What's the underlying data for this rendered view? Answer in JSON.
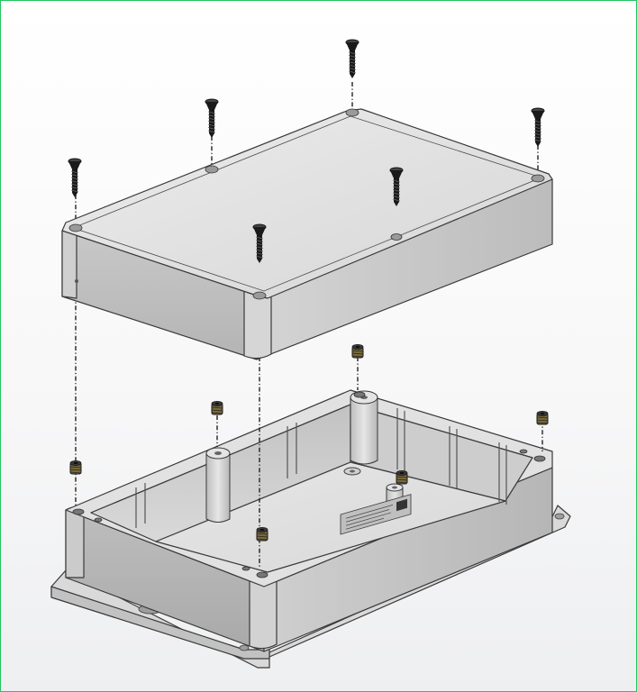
{
  "diagram": {
    "type": "exploded-assembly-view",
    "subject": "enclosure-with-lid",
    "colors": {
      "frame_border": "#22c55e",
      "body_light": "#e2e2e2",
      "body_mid": "#cfcfcf",
      "body_dark": "#b0b0b0",
      "screw": "#1a1a1a",
      "insert": "#7a6a3a",
      "axis": "#222222"
    },
    "icons": [
      "lid-screw-icon",
      "threaded-insert-icon",
      "mounting-slot-icon"
    ],
    "screw_count": 6,
    "insert_count": 6
  }
}
